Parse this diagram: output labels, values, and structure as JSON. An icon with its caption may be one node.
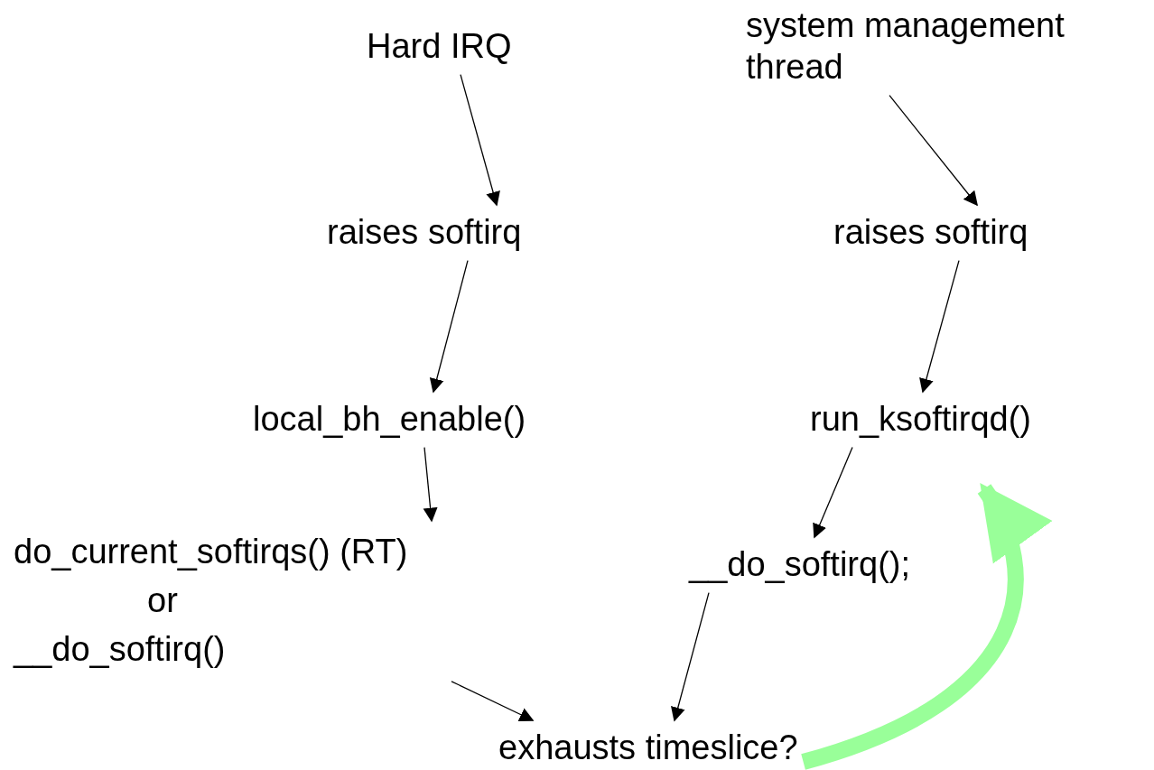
{
  "diagram": {
    "nodes": [
      {
        "text": [
          "Hard IRQ"
        ]
      },
      {
        "text": [
          "raises softirq"
        ]
      },
      {
        "text": [
          "local_bh_enable()"
        ]
      },
      {
        "text": [
          "do_current_softirqs() (RT)",
          "or",
          "__do_softirq()"
        ]
      },
      {
        "text": [
          "exhausts timeslice?"
        ]
      },
      {
        "text": [
          "system management thread"
        ]
      },
      {
        "text": [
          "raises softirq"
        ]
      },
      {
        "text": [
          "run_ksoftirqd()"
        ]
      },
      {
        "text": [
          "__do_softirq();"
        ]
      }
    ],
    "edges": [
      {
        "from": 0,
        "to": 1,
        "arrow": "to"
      },
      {
        "from": 1,
        "to": 2,
        "arrow": "to"
      },
      {
        "from": 2,
        "to": 3,
        "arrow": "to"
      },
      {
        "from": 3,
        "to": 4,
        "arrow": "to"
      },
      {
        "from": 5,
        "to": 6,
        "arrow": "to"
      },
      {
        "from": 6,
        "to": 7,
        "arrow": "to"
      },
      {
        "from": 7,
        "to": 8,
        "arrow": "to"
      },
      {
        "from": 8,
        "to": 4,
        "arrow": "to"
      },
      {
        "from": 4,
        "to": 7,
        "arrow": "to",
        "style": "thick",
        "color": "#99ff99"
      }
    ]
  }
}
